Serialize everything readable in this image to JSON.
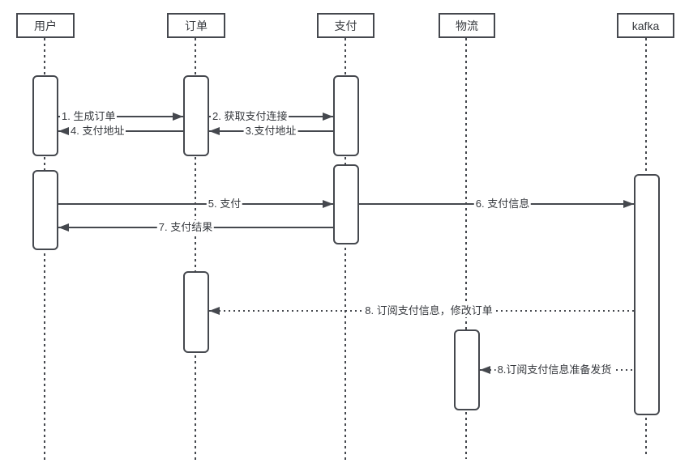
{
  "diagram": {
    "type": "sequence-diagram",
    "participants": [
      {
        "id": "user",
        "label": "用户"
      },
      {
        "id": "order",
        "label": "订单"
      },
      {
        "id": "payment",
        "label": "支付"
      },
      {
        "id": "logistics",
        "label": "物流"
      },
      {
        "id": "kafka",
        "label": "kafka"
      }
    ],
    "messages": [
      {
        "label": "1. 生成订单",
        "from": "用户",
        "to": "订单",
        "line": "solid",
        "direction": "right"
      },
      {
        "label": "2. 获取支付连接",
        "from": "订单",
        "to": "支付",
        "line": "solid",
        "direction": "right"
      },
      {
        "label": "3.支付地址",
        "from": "支付",
        "to": "订单",
        "line": "solid",
        "direction": "left"
      },
      {
        "label": "4. 支付地址",
        "from": "订单",
        "to": "用户",
        "line": "solid",
        "direction": "left"
      },
      {
        "label": "5. 支付",
        "from": "用户",
        "to": "支付",
        "line": "solid",
        "direction": "right"
      },
      {
        "label": "6. 支付信息",
        "from": "支付",
        "to": "kafka",
        "line": "solid",
        "direction": "right"
      },
      {
        "label": "7. 支付结果",
        "from": "支付",
        "to": "用户",
        "line": "solid",
        "direction": "left"
      },
      {
        "label": "8. 订阅支付信息，修改订单",
        "from": "kafka",
        "to": "订单",
        "line": "dotted",
        "direction": "left"
      },
      {
        "label": "8.订阅支付信息准备发货",
        "from": "kafka",
        "to": "物流",
        "line": "dotted",
        "direction": "left"
      }
    ],
    "colors": {
      "stroke": "#45484e",
      "text": "#36393e",
      "background": "#ffffff"
    }
  }
}
